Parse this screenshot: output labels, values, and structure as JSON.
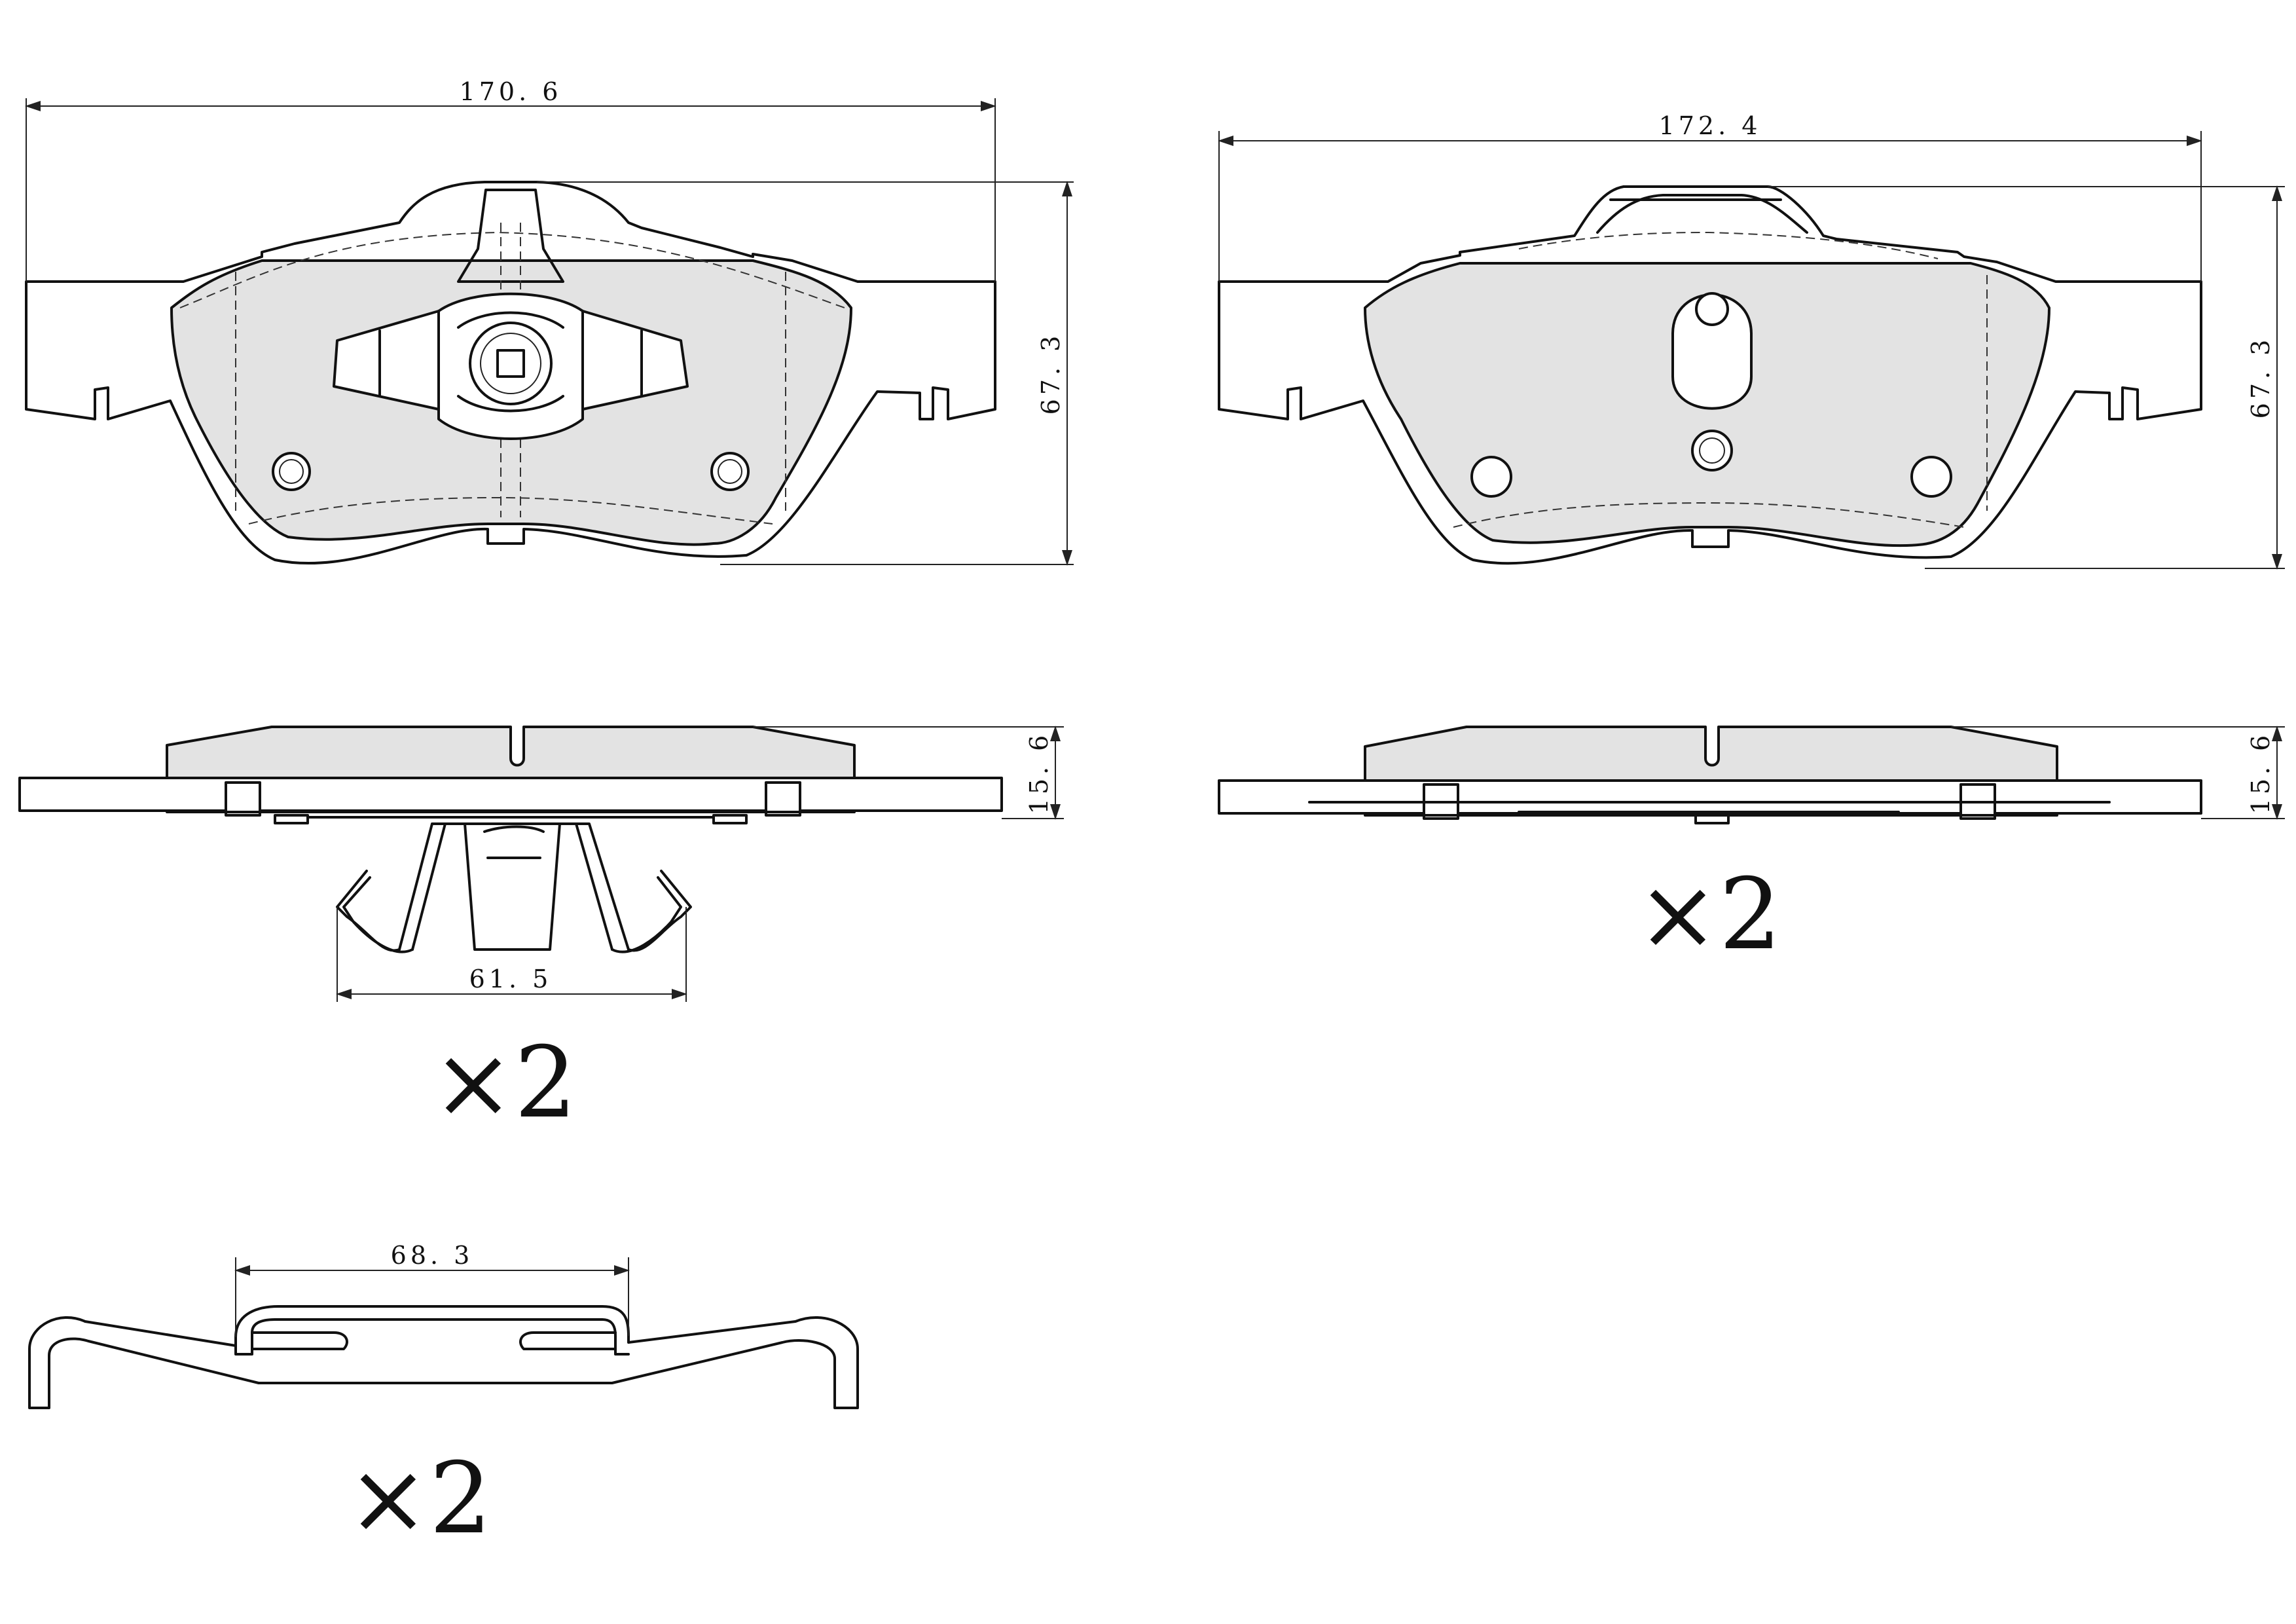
{
  "dimensions": {
    "outer_pad_width": "170. 6",
    "outer_pad_height": "67. 3",
    "outer_pad_thickness": "15. 6",
    "clip_width": "61. 5",
    "inner_pad_width": "172. 4",
    "inner_pad_height": "67. 3",
    "inner_pad_thickness": "15. 6",
    "spring_width": "68. 3"
  },
  "quantities": {
    "outer_clip": "×2",
    "inner_pad": "×2",
    "spring": "×2"
  }
}
